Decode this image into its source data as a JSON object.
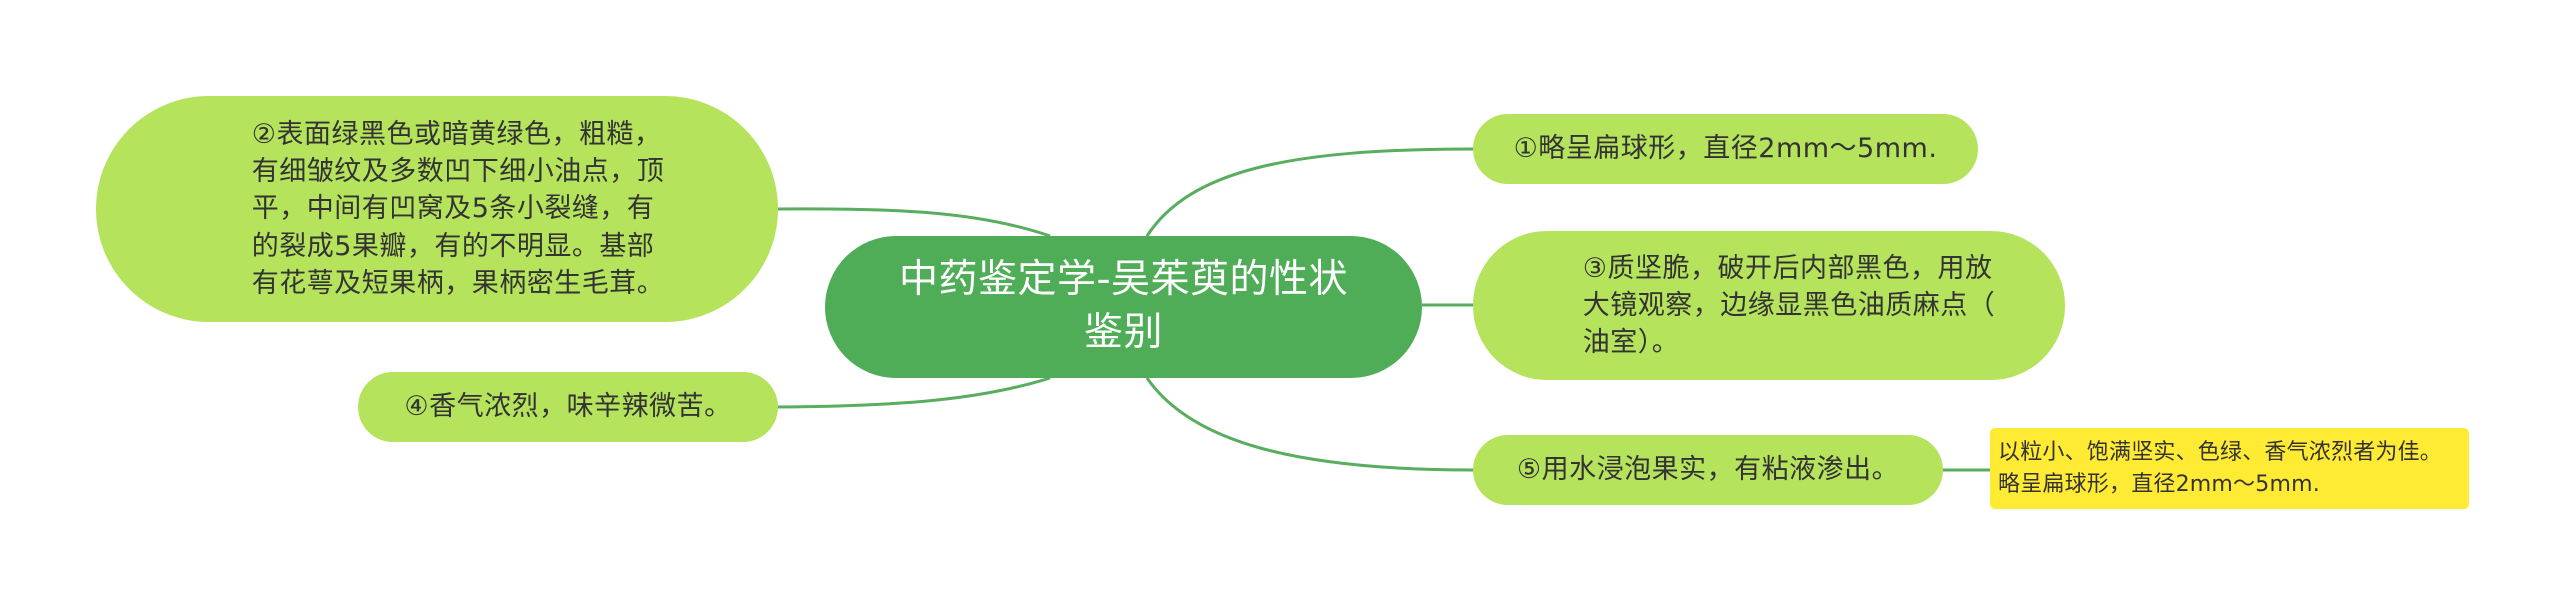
{
  "map": {
    "central": "中药鉴定学-吴茱萸的性状\n鉴别",
    "branches": [
      {
        "id": "b1",
        "text": "①略呈扁球形，直径2mm～5mm."
      },
      {
        "id": "b2",
        "text": "②表面绿黑色或暗黄绿色，粗糙，\n有细皱纹及多数凹下细小油点，顶\n平，中间有凹窝及5条小裂缝，有\n的裂成5果瓣，有的不明显。基部\n有花萼及短果柄，果柄密生毛茸。"
      },
      {
        "id": "b3",
        "text": "③质坚脆，破开后内部黑色，用放\n大镜观察，边缘显黑色油质麻点（\n油室）。"
      },
      {
        "id": "b4",
        "text": "④香气浓烈，味辛辣微苦。"
      },
      {
        "id": "b5",
        "text": "⑤用水浸泡果实，有粘液渗出。"
      }
    ],
    "note": "以粒小、饱满坚实、色绿、香气浓烈者为佳。\n略呈扁球形，直径2mm～5mm."
  },
  "colors": {
    "central_fill": "#4fad58",
    "branch_fill": "#b5e35c",
    "note_fill": "#ffea34",
    "connector": "#58ad5f"
  }
}
